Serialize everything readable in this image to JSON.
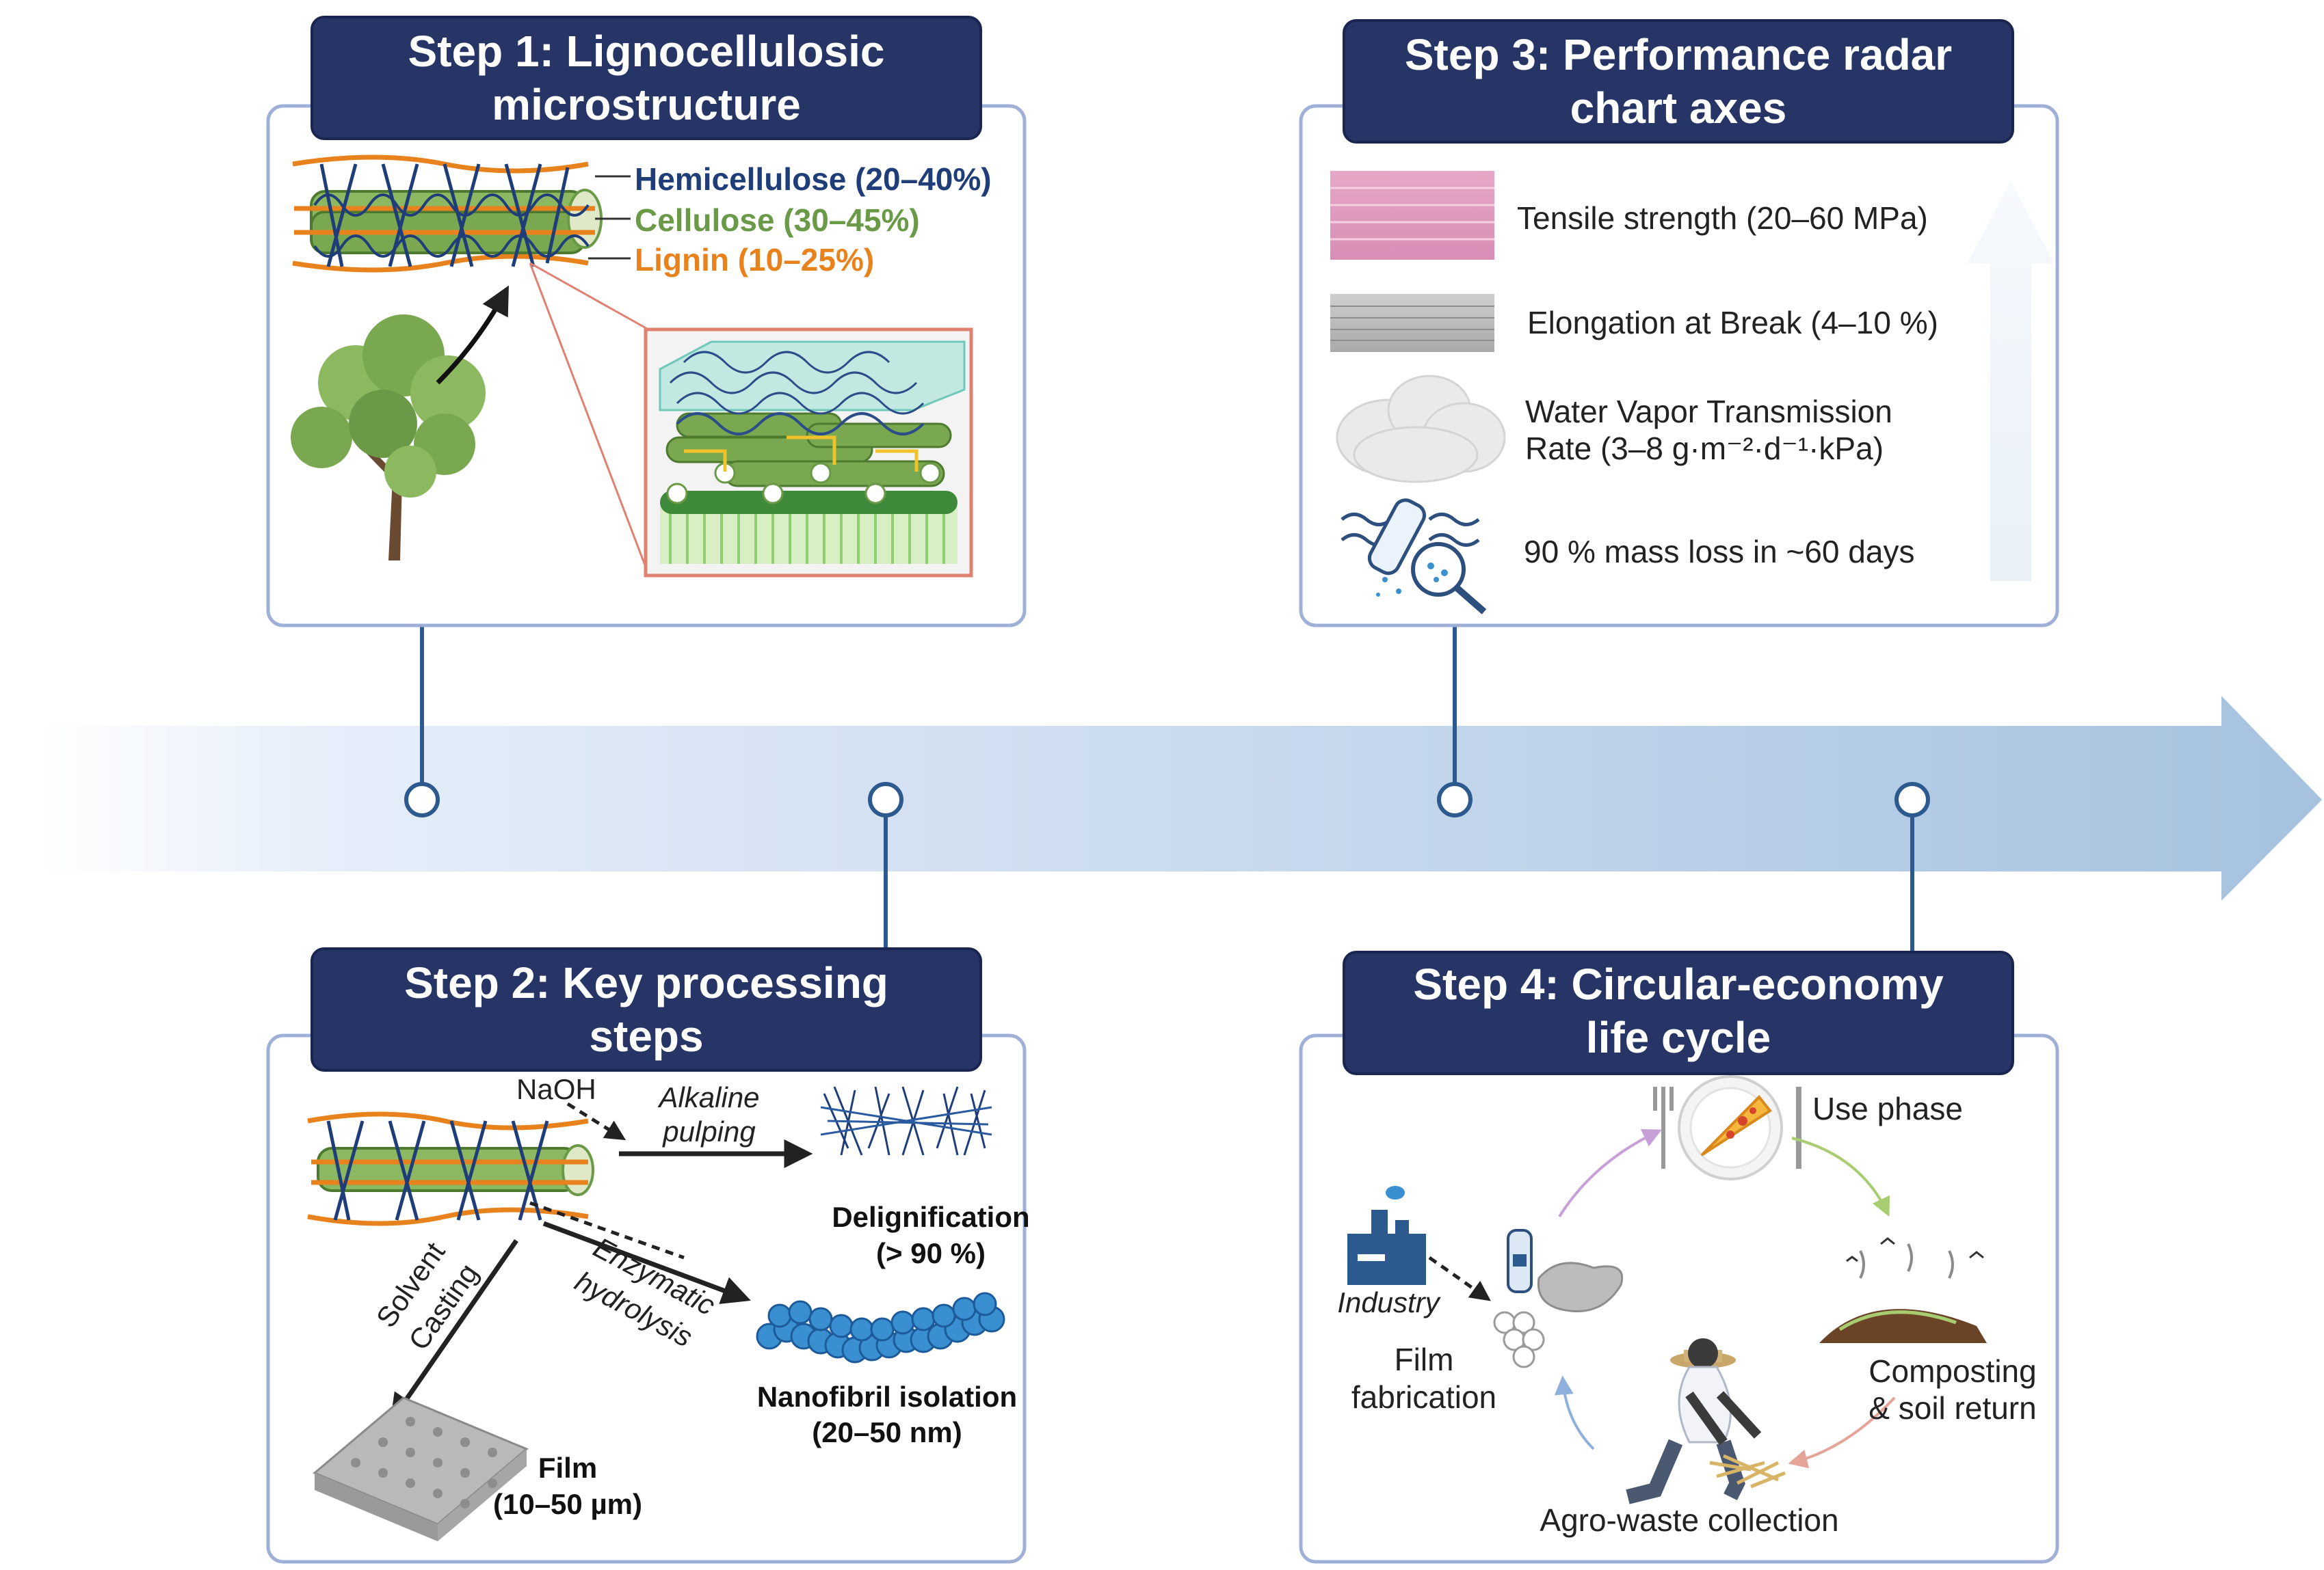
{
  "step1": {
    "title_line1": "Step 1: Lignocellulosic",
    "title_line2": "microstructure",
    "hemicellulose": "Hemicellulose (20–40%)",
    "cellulose": "Cellulose (30–45%)",
    "lignin": "Lignin (10–25%)"
  },
  "step2": {
    "title_line1": "Step 2: Key processing",
    "title_line2": "steps",
    "naoh": "NaOH",
    "alkaline1": "Alkaline",
    "alkaline2": "pulping",
    "delig1": "Delignification",
    "delig2": "(> 90 %)",
    "enzymatic1": "Enzymatic",
    "enzymatic2": "hydrolysis",
    "solvent1": "Solvent",
    "solvent2": "Casting",
    "nano1": "Nanofibril isolation",
    "nano2": "(20–50 nm)",
    "film1": "Film",
    "film2": "(10–50 µm)"
  },
  "step3": {
    "title_line1": "Step 3: Performance radar",
    "title_line2": "chart axes",
    "tensile": "Tensile strength (20–60 MPa)",
    "elongation": "Elongation at Break (4–10 %)",
    "wvtr1": "Water Vapor Transmission",
    "wvtr2": "Rate (3–8 g·m⁻²·d⁻¹·kPa)",
    "massloss": "90 % mass loss in ~60 days"
  },
  "step4": {
    "title_line1": "Step 4: Circular-economy",
    "title_line2": "life cycle",
    "use_phase": "Use phase",
    "industry": "Industry",
    "film1": "Film",
    "film2": "fabrication",
    "compost1": "Composting",
    "compost2": "& soil return",
    "agro": "Agro-waste collection"
  },
  "colors": {
    "title_bg": "#263566",
    "box_border": "#9fb0d8",
    "connector": "#2d5a8e",
    "hemicellulose": "#1f3d78",
    "cellulose": "#6a9a47",
    "lignin": "#e8821c",
    "arrow": "#c9dcee"
  }
}
